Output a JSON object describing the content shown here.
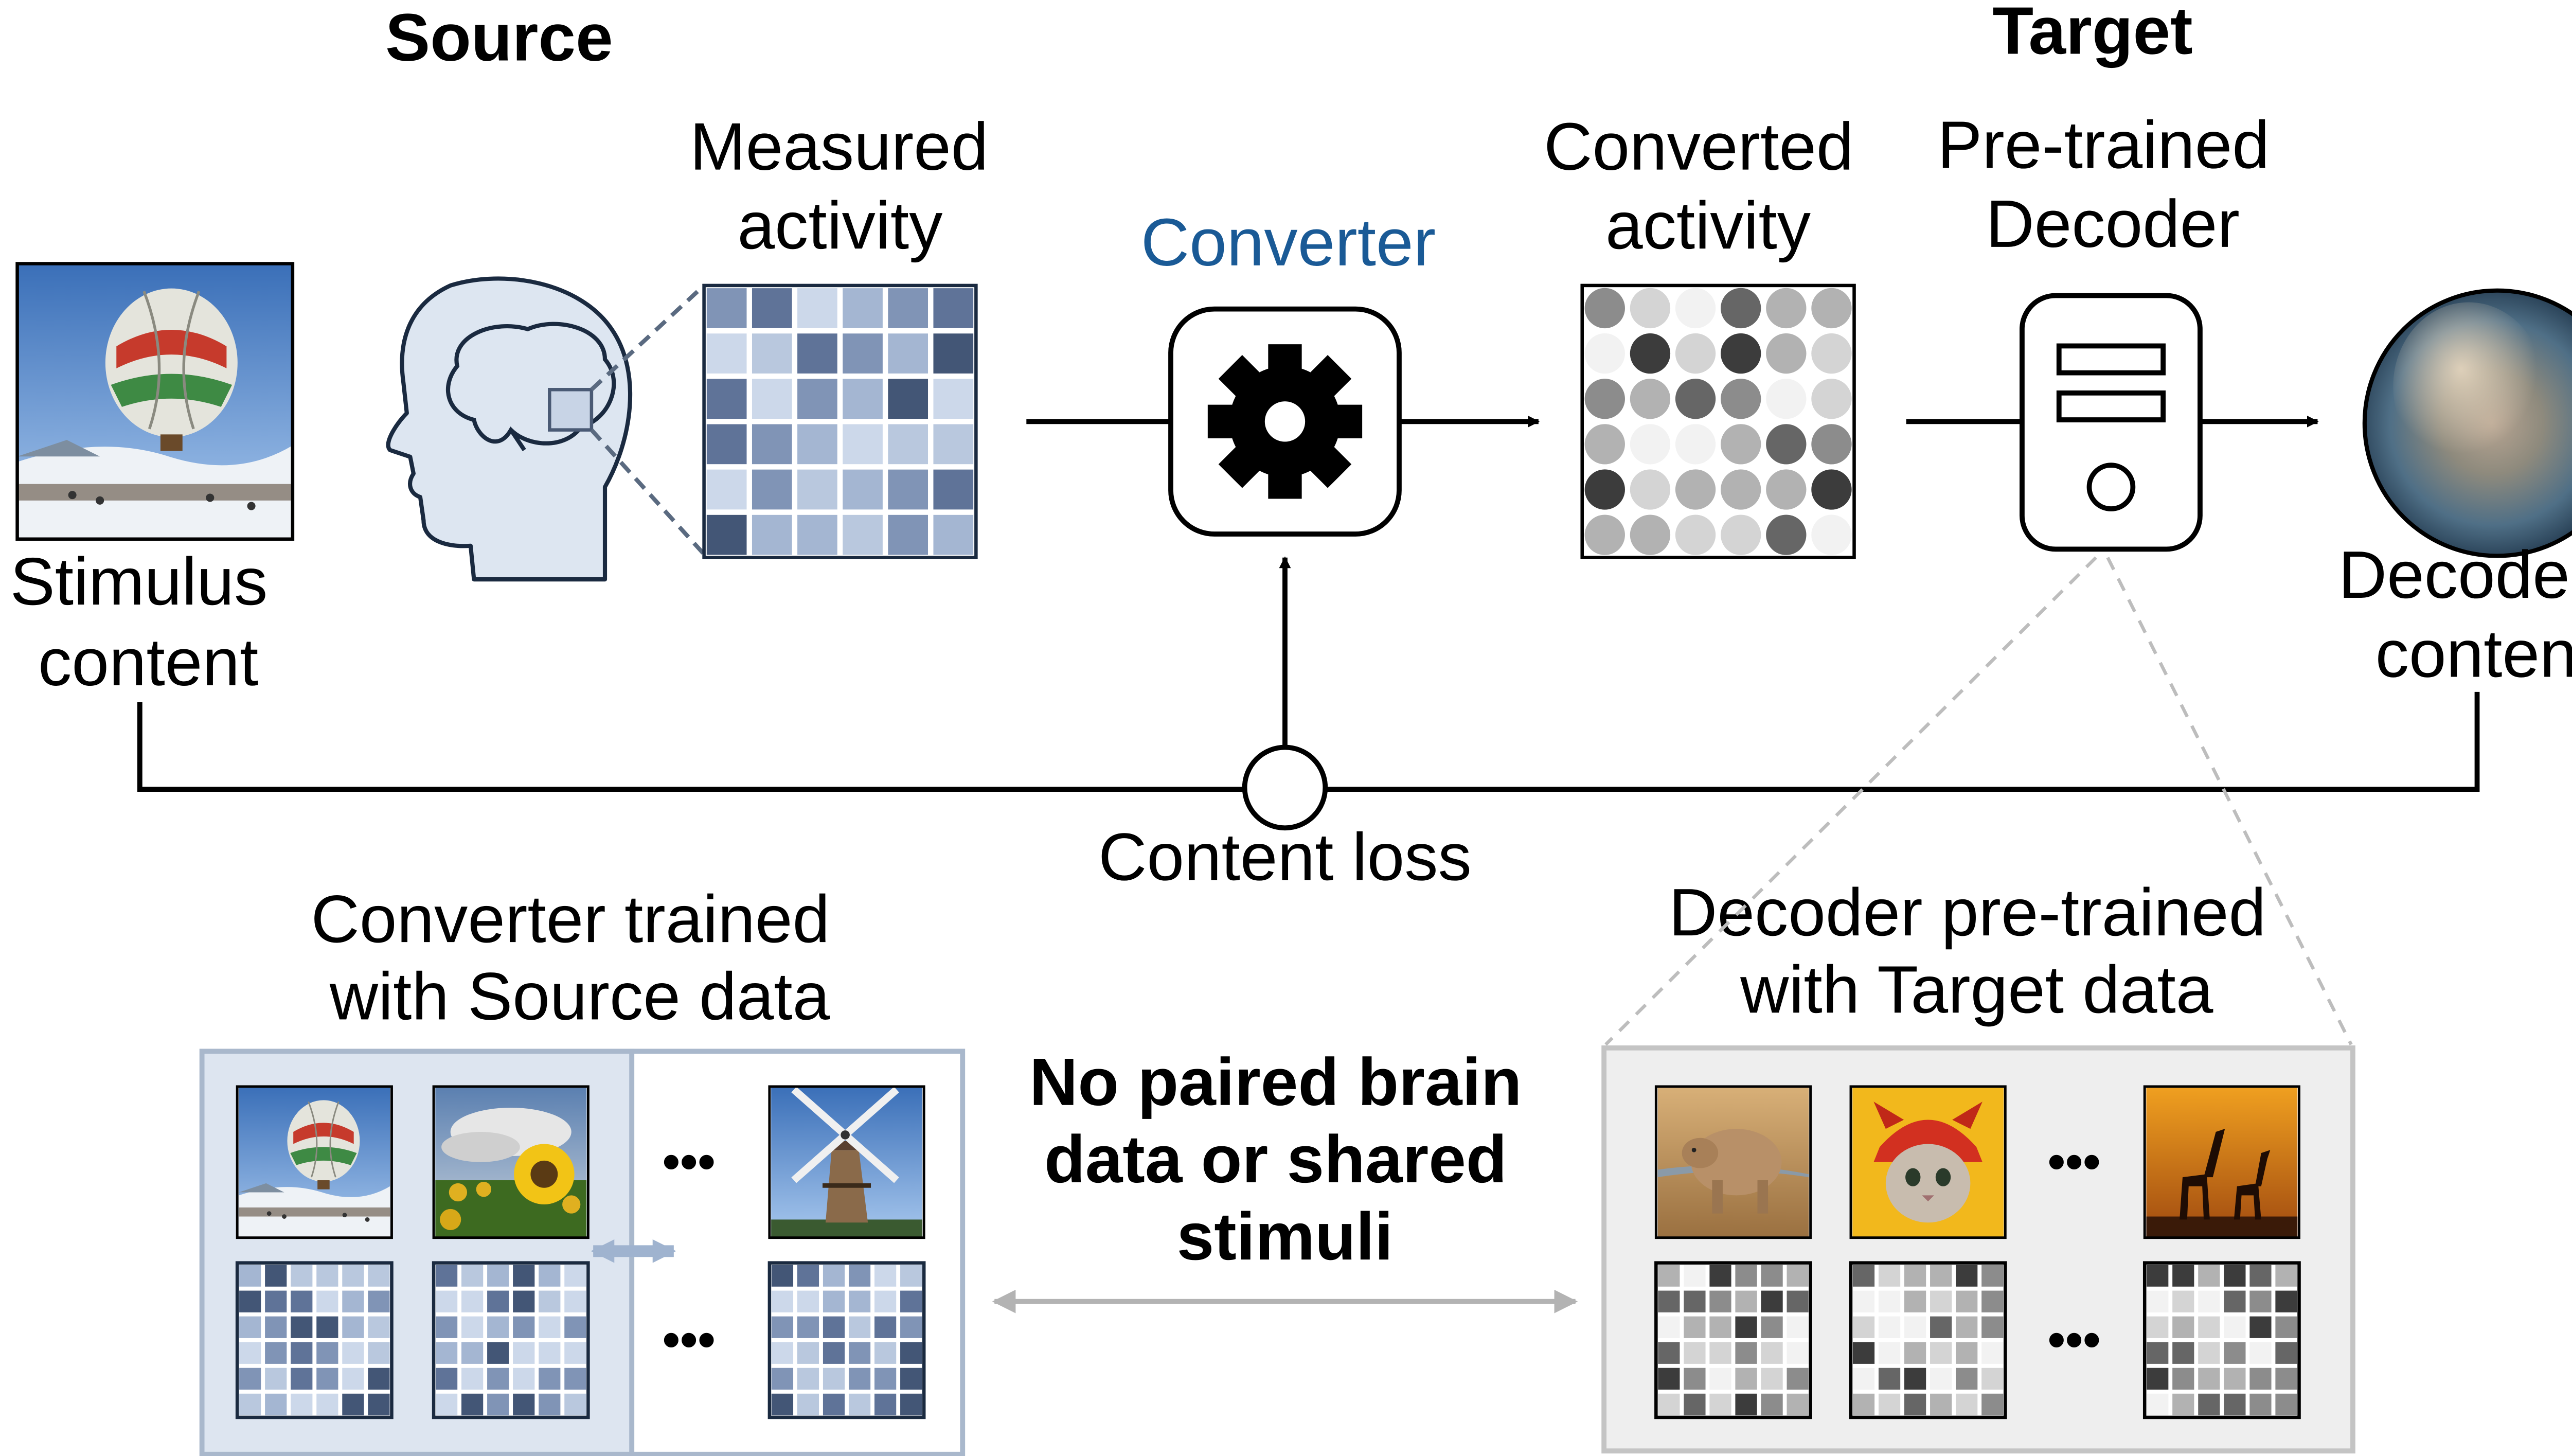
{
  "labels": {
    "source_title": "Source",
    "target_title": "Target",
    "measured_activity": [
      "Measured",
      "activity"
    ],
    "converter": "Converter",
    "converted_activity": [
      "Converted",
      "activity"
    ],
    "pretrained_decoder": [
      "Pre-trained",
      "Decoder"
    ],
    "stimulus_content": [
      "Stimulus",
      "content"
    ],
    "decoded_content": [
      "Decoded",
      "content"
    ],
    "content_loss": "Content loss",
    "converter_trained": [
      "Converter trained",
      "with Source data"
    ],
    "decoder_pretrained": [
      "Decoder pre-trained",
      "with Target data"
    ],
    "no_paired": [
      "No paired brain",
      "data or shared",
      "stimuli"
    ],
    "ellipsis": "•••"
  },
  "colors": {
    "converter_text": "#1a5a96",
    "source_panel_fill": "#dde5f0",
    "source_panel_stroke": "#a9b8cc",
    "target_panel_fill": "#eeeeee",
    "target_panel_stroke": "#c4c4c4",
    "head_fill": "#dde6f1",
    "gray_arrow": "#b3b3b3",
    "blue_arrow": "#9fb3cf"
  },
  "icons": {
    "head": "head-brain-icon",
    "gear": "gear-icon",
    "decoder": "decoder-device-icon"
  },
  "thumbnails": {
    "source": [
      "balloon",
      "sunflower",
      "windmill"
    ],
    "target": [
      "bear",
      "cat",
      "giraffes"
    ]
  }
}
